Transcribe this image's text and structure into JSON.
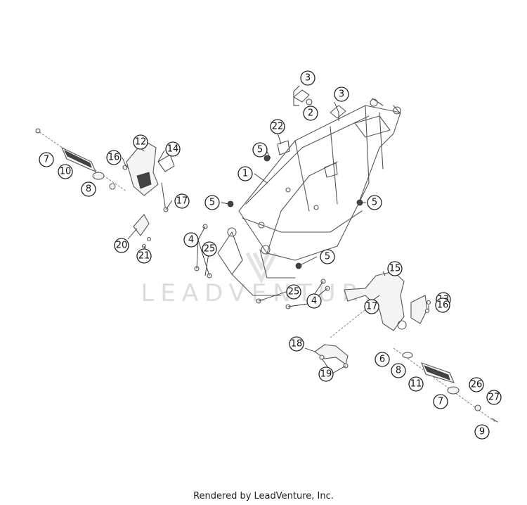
{
  "watermark": "LEADVENTURE",
  "credit": "Rendered by LeadVenture, Inc.",
  "callouts": [
    "1",
    "2",
    "3",
    "3",
    "4",
    "4",
    "5",
    "5",
    "5",
    "5",
    "6",
    "7",
    "7",
    "8",
    "8",
    "9",
    "10",
    "11",
    "12",
    "13",
    "14",
    "15",
    "16",
    "16",
    "17",
    "17",
    "18",
    "19",
    "20",
    "21",
    "22",
    "25",
    "25",
    "26",
    "27"
  ]
}
